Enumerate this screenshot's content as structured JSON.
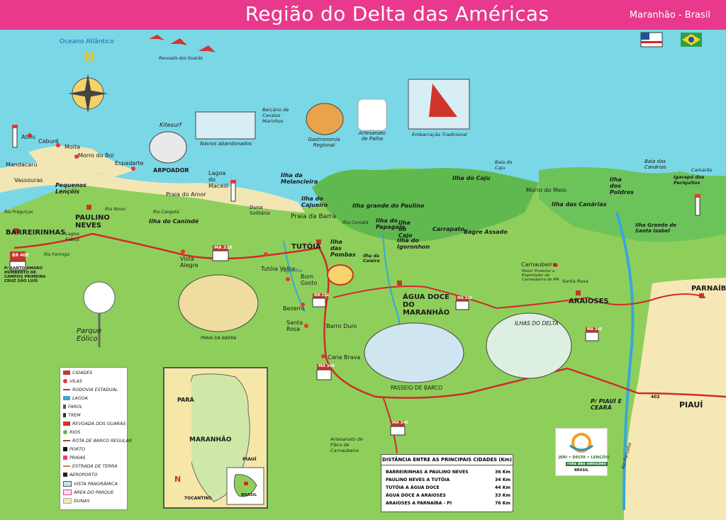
{
  "header": {
    "title": "Região do Delta das Américas",
    "subtitle": "Maranhão - Brasil"
  },
  "ocean": {
    "label": "Oceano Atlântico",
    "north": "N"
  },
  "illustrations": {
    "revoada": "Revoada dos Guarás",
    "kitesurf": "Kitesurf",
    "navios": "Navios abandonados",
    "bercario": "Berçário de Cavalos Marinhos",
    "gastronomia": "Gastronomia Regional",
    "artesanato_palha": "Artesanato de Palha",
    "embarcacao": "Embarcação Tradicional",
    "camarao": "Camarão",
    "parque_eolico": "Parque Eólico",
    "praia_barra": "PRAIA DA BARRA",
    "ilhas_delta": "ILHAS DO DELTA",
    "passeio": "PASSEIO DE BARCO",
    "fibra": "Artesanato de Fibra de Carnaubeira",
    "carnaubeira_note": "Motor Produtor e Exportador de Carnaubeira do MA"
  },
  "places": {
    "atins": "Atins",
    "cabure": "Caburé",
    "moita": "Moita",
    "morro_boi": "Morro do Boi",
    "espadarte": "Espadarte",
    "arpoador": "ARPOADOR",
    "mandacaru": "Mandacaru",
    "vassouras": "Vassouras",
    "pequenos_lencois": "Pequenos Lençóis",
    "rio_preguicas": "Rio Preguiças",
    "barreirinhas": "BARREIRINHAS",
    "paulino_neves": "PAULINO NEVES",
    "rio_novo": "Rio Novo",
    "lagoa_faboa": "Lagoa Faboá",
    "rio_formiga": "Rio Formiga",
    "rio_cangata": "Rio Cangatá",
    "ilha_caninde": "Ilha do Canindé",
    "praia_amor": "Praia do Amor",
    "lagoa_maceio": "Lagoa do Maceió",
    "duna_solitaria": "Duna Solitária",
    "praia_barra": "Praia da Barra",
    "ilha_melancieira": "Ilha da Melancieira",
    "ilha_cajueiro": "Ilha do Cajueiro",
    "ilha_coroata": "Ilha Coroatá",
    "ilha_grande_paulino": "Ilha grande do Paulino",
    "ilha_papagaio": "Ilha do Papagaio",
    "ilha_cajo": "Ilha do Cajo",
    "ilha_igoronhon": "Ilha do Igoronhon",
    "ilha_pombas": "Ilha das Pombas",
    "ilha_caieira": "Ilha da Caieira",
    "carrapato": "Carrapato",
    "bagre_assado": "Bagre Assado",
    "ilha_caju": "Ilha do Caju",
    "baia_caju": "Baía do Caju",
    "morro_meio": "Morro do Meio",
    "ilha_canarias": "Ilha das Canárias",
    "baia_canarias": "Baía das Canárias",
    "igarape_periquitos": "Igarapé dos Periquitos",
    "ilha_poldros": "Ilha dos Poldros",
    "ilha_grande_santa_isabel": "Ilha Grande de Santa Isabel",
    "tutoia": "TUTÓIA",
    "tutoia_velha": "Tutóia Velha",
    "lagoinha": "Lagoinha",
    "bom_gosto": "Bom Gosto",
    "bezerro": "Bezerro",
    "santa_rosa": "Santa Rosa",
    "barro_duro": "Barro Duro",
    "cana_brava": "Cana Brava",
    "agua_doce": "ÁGUA DOCE DO MARANHÃO",
    "carnaubeira": "Carnaubeira",
    "santa_rosa2": "Santa Rosa",
    "araioses": "ARAIOSES",
    "parnaiba": "PARNAÍBA",
    "rio_parnaiba": "Rio Parnaíba",
    "piaui": "PIAUÍ",
    "piaui_ceara": "P/ PIAUÍ E CEARÁ",
    "vista_alegre": "Vista Alegre",
    "sao_luis": "P/ SANTO AMARO HUMBERTO DE CAMPOS PRIMEIRA CRUZ SÃO LUÍS"
  },
  "roads": [
    "BR 402",
    "MA 315",
    "MA 312",
    "MA 345",
    "MA 312",
    "MA 345",
    "MA 345",
    "402"
  ],
  "legend": {
    "items": [
      "CIDADES",
      "VILAS",
      "RODOVIA ESTADUAL",
      "LAGOA",
      "FAROL",
      "TREM",
      "REVOADA DOS GUARÁS",
      "RIOS",
      "ROTA DE BARCO REGULAR",
      "PORTO",
      "PRAIAS",
      "ESTRADA DE TERRA",
      "AEROPORTO",
      "VISTA PANORÂMICA",
      "ÁREA DO PARQUE",
      "DUNAS"
    ]
  },
  "inset": {
    "para": "PARÁ",
    "maranhao": "MARANHÃO",
    "piaui": "PIAUÍ",
    "tocantins": "TOCANTINS",
    "brasil": "BRASIL",
    "n": "N"
  },
  "distances": {
    "title": "DISTÂNCIA ENTRE AS PRINCIPAIS CIDADES (Km)",
    "rows": [
      {
        "route": "BARREIRINHAS A PAULINO NEVES",
        "km": "36 Km"
      },
      {
        "route": "PAULINO NEVES A TUTÓIA",
        "km": "34 Km"
      },
      {
        "route": "TUTÓIA A ÁGUA DOCE",
        "km": "44 Km"
      },
      {
        "route": "ÁGUA DOCE A ARAIOSES",
        "km": "33 Km"
      },
      {
        "route": "ARAIOSES A PARNAÍBA - PI",
        "km": "76 Km"
      }
    ]
  },
  "logo": {
    "line1": "JERI • DELTA • LENÇÓIS",
    "line2": "rota das emoções",
    "line3": "BRASIL"
  },
  "colors": {
    "header": "#e8398c",
    "sea": "#7ad7e6",
    "land": "#8ecf5b",
    "sand": "#f2e6b5",
    "road": "#d02a2a"
  }
}
